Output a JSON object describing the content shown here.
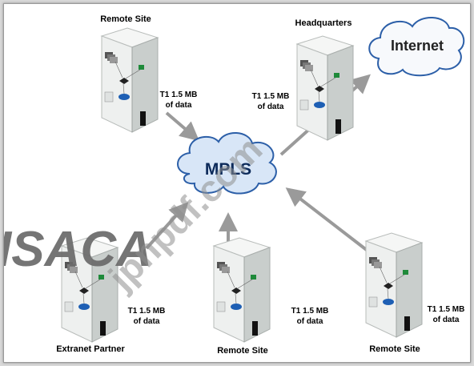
{
  "sites": {
    "remote_top": {
      "title": "Remote Site",
      "link_line1": "T1 1.5 MB",
      "link_line2": "of data"
    },
    "hq": {
      "title": "Headquarters",
      "link_line1": "T1 1.5 MB",
      "link_line2": "of data"
    },
    "extranet": {
      "title": "Extranet Partner",
      "link_line1": "T1 1.5 MB",
      "link_line2": "of data"
    },
    "remote_bottom_center": {
      "title": "Remote Site",
      "link_line1": "T1 1.5 MB",
      "link_line2": "of data"
    },
    "remote_bottom_right": {
      "title": "Remote Site",
      "link_line1": "T1 1.5 MB",
      "link_line2": "of data"
    }
  },
  "clouds": {
    "internet": "Internet",
    "mpls": "MPLS"
  },
  "watermarks": {
    "isaca": "ISACA",
    "jpnpdf": "jpnpdf.com"
  },
  "colors": {
    "cloud_fill": "#d8e6f7",
    "cloud_stroke": "#2c5fa8",
    "arrow": "#9a9a9a",
    "building_light": "#eef0ef",
    "building_dark": "#c9cecc",
    "phone": "#1f8a3a",
    "router": "#1e5fb4"
  }
}
